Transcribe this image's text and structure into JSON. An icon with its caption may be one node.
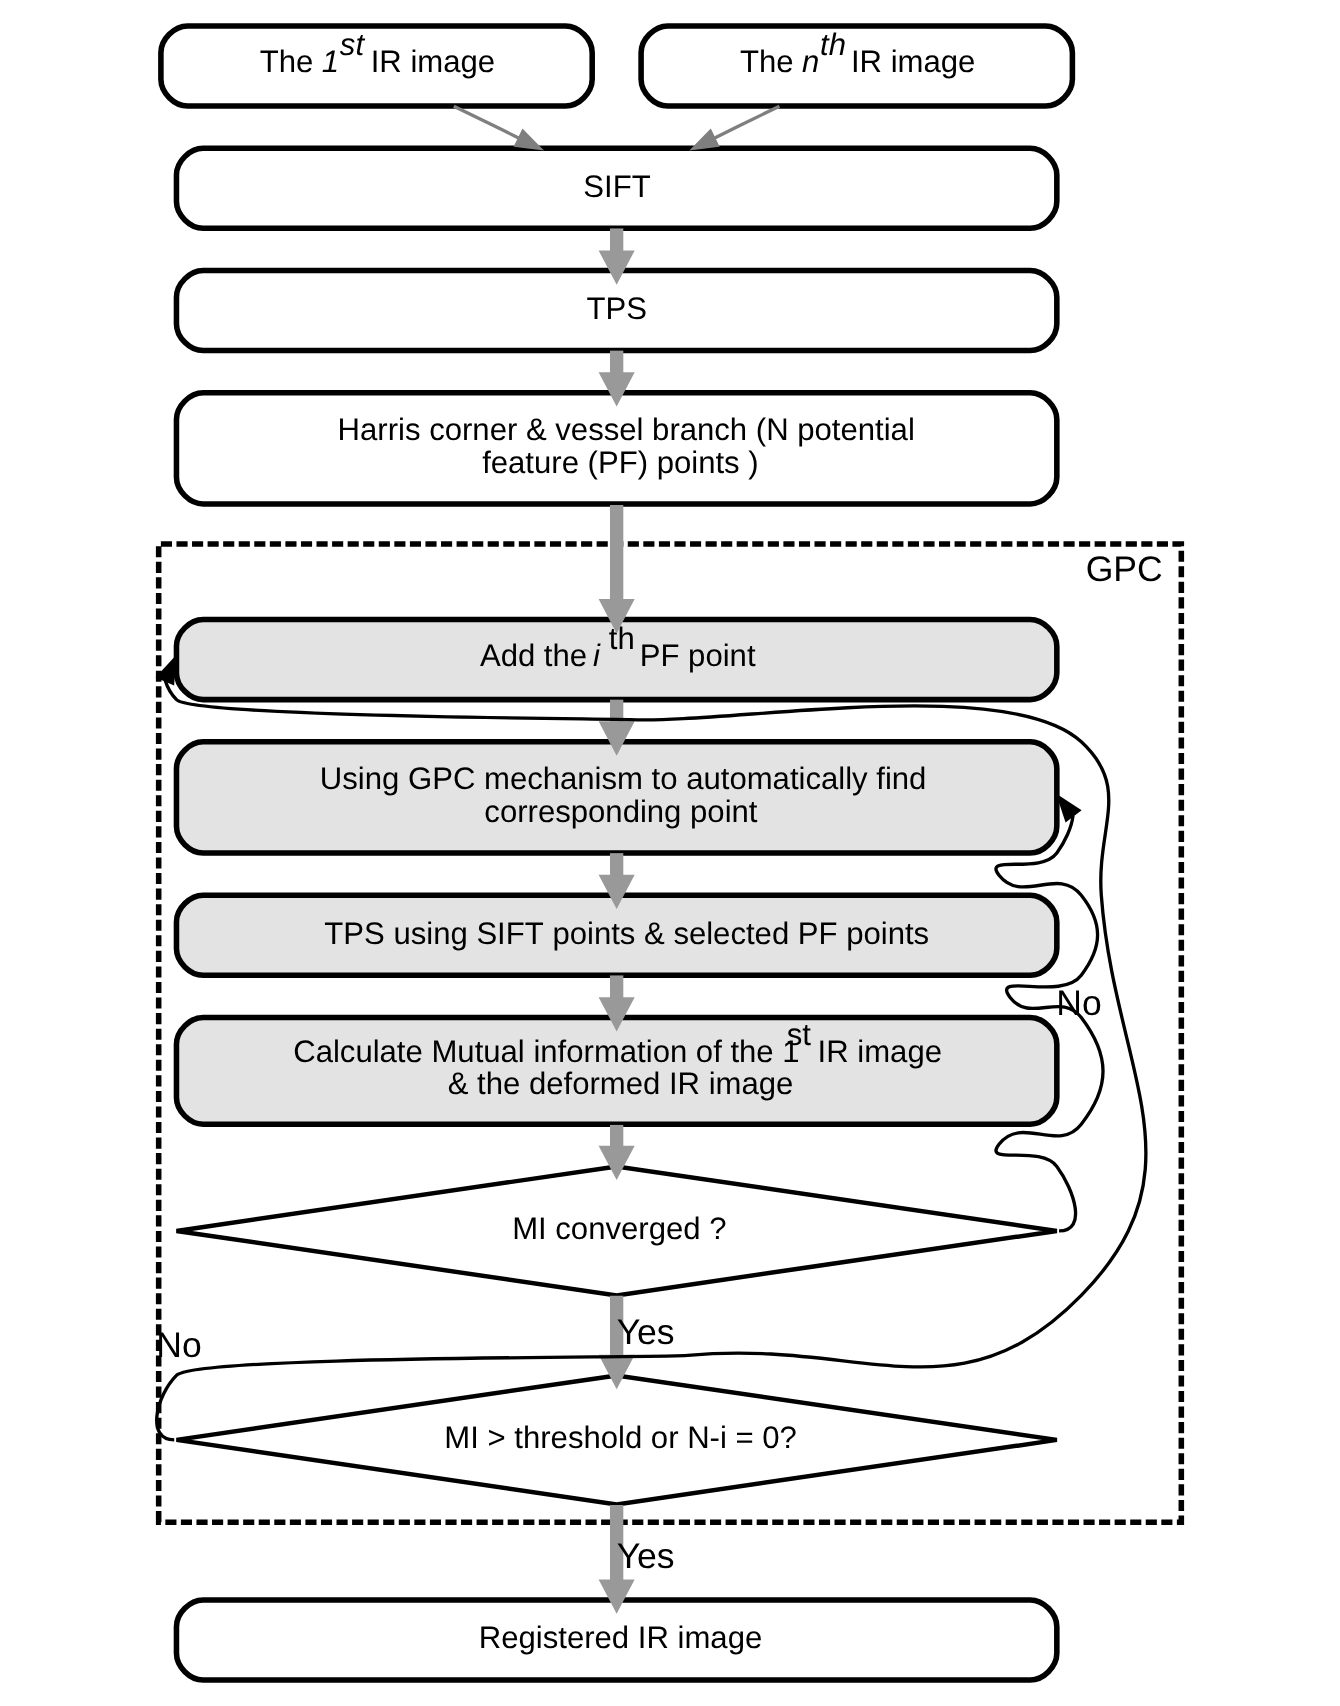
{
  "diagram": {
    "nodes": [
      {
        "text": [
          "The *1$^{st}$* IR image"
        ]
      },
      {
        "text": [
          "The *n$^{th}$* IR image"
        ]
      },
      {
        "text": [
          "SIFT"
        ]
      },
      {
        "text": [
          "TPS"
        ]
      },
      {
        "text": [
          "Harris corner & vessel branch (N potential feature (PF) points )"
        ]
      },
      {
        "text": [
          "GPC"
        ]
      },
      {
        "text": [
          "Add the *i* $^{th}$ PF point"
        ],
        "in": 5
      },
      {
        "text": [
          "Using GPC mechanism to automatically find corresponding point"
        ],
        "in": 5
      },
      {
        "text": [
          "TPS using SIFT points & selected PF points"
        ],
        "in": 5
      },
      {
        "text": [
          "Calculate Mutual information of the 1$^{st}$ IR image & the deformed IR image"
        ],
        "in": 5
      },
      {
        "text": [
          "MI converged ?"
        ],
        "in": 5
      },
      {
        "text": [
          "MI > threshold or N-i = 0?"
        ],
        "in": 5
      },
      {
        "text": [
          "Registered IR image"
        ]
      }
    ],
    "edges": [
      {
        "from": 0,
        "to": 2,
        "arrow": "to",
        "color": "#7f7f7f"
      },
      {
        "from": 1,
        "to": 2,
        "arrow": "to",
        "color": "#7f7f7f"
      },
      {
        "from": 2,
        "to": 3,
        "arrow": "to"
      },
      {
        "from": 3,
        "to": 4,
        "arrow": "to"
      },
      {
        "from": 4,
        "to": 6,
        "arrow": "to"
      },
      {
        "from": 6,
        "to": 7,
        "arrow": "to"
      },
      {
        "from": 7,
        "to": 8,
        "arrow": "to"
      },
      {
        "from": 8,
        "to": 9,
        "arrow": "to"
      },
      {
        "from": 9,
        "to": 10,
        "arrow": "to"
      },
      {
        "from": 10,
        "to": 7,
        "arrow": "to",
        "label": "No",
        "color": "#000000"
      },
      {
        "from": 10,
        "to": 11,
        "arrow": "to",
        "label": "Yes"
      },
      {
        "from": 11,
        "to": 6,
        "arrow": "to",
        "label": "No",
        "color": "#000000"
      },
      {
        "from": 11,
        "to": 12,
        "arrow": "to",
        "label": "Yes"
      }
    ]
  }
}
